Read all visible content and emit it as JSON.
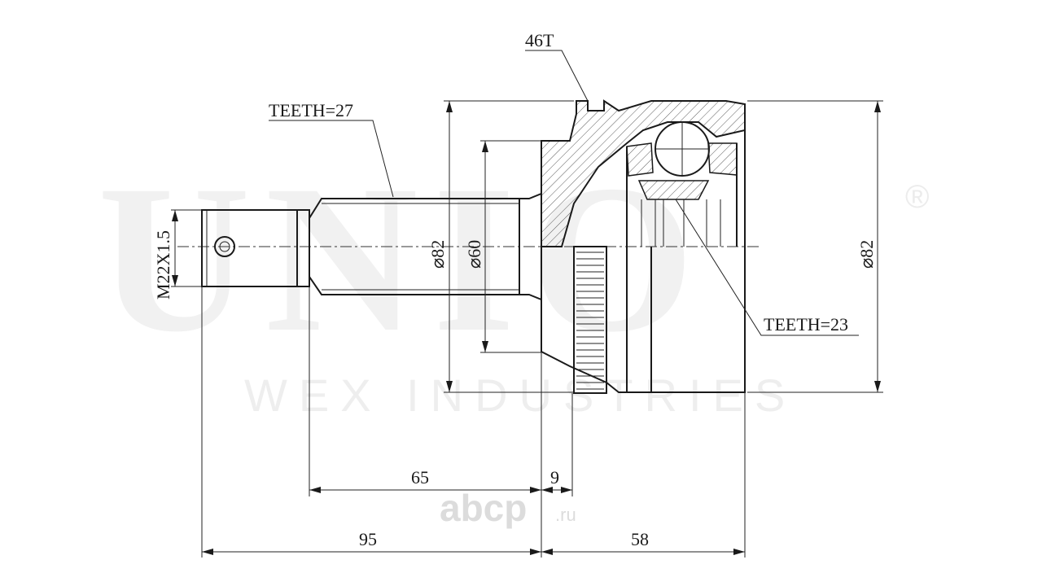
{
  "watermark": {
    "brand": "UNIO",
    "registered": "®",
    "company": "WEX INDUSTRIES",
    "site": "abcp",
    "site_tld": ".ru"
  },
  "labels": {
    "spline_teeth_count": "46T",
    "shaft_teeth": "TEETH=27",
    "inner_teeth": "TEETH=23",
    "thread": "M22X1.5",
    "dia_outer_left": "⌀82",
    "dia_shaft": "⌀60",
    "dia_right": "⌀82",
    "dim_65": "65",
    "dim_9": "9",
    "dim_95": "95",
    "dim_58": "58"
  }
}
